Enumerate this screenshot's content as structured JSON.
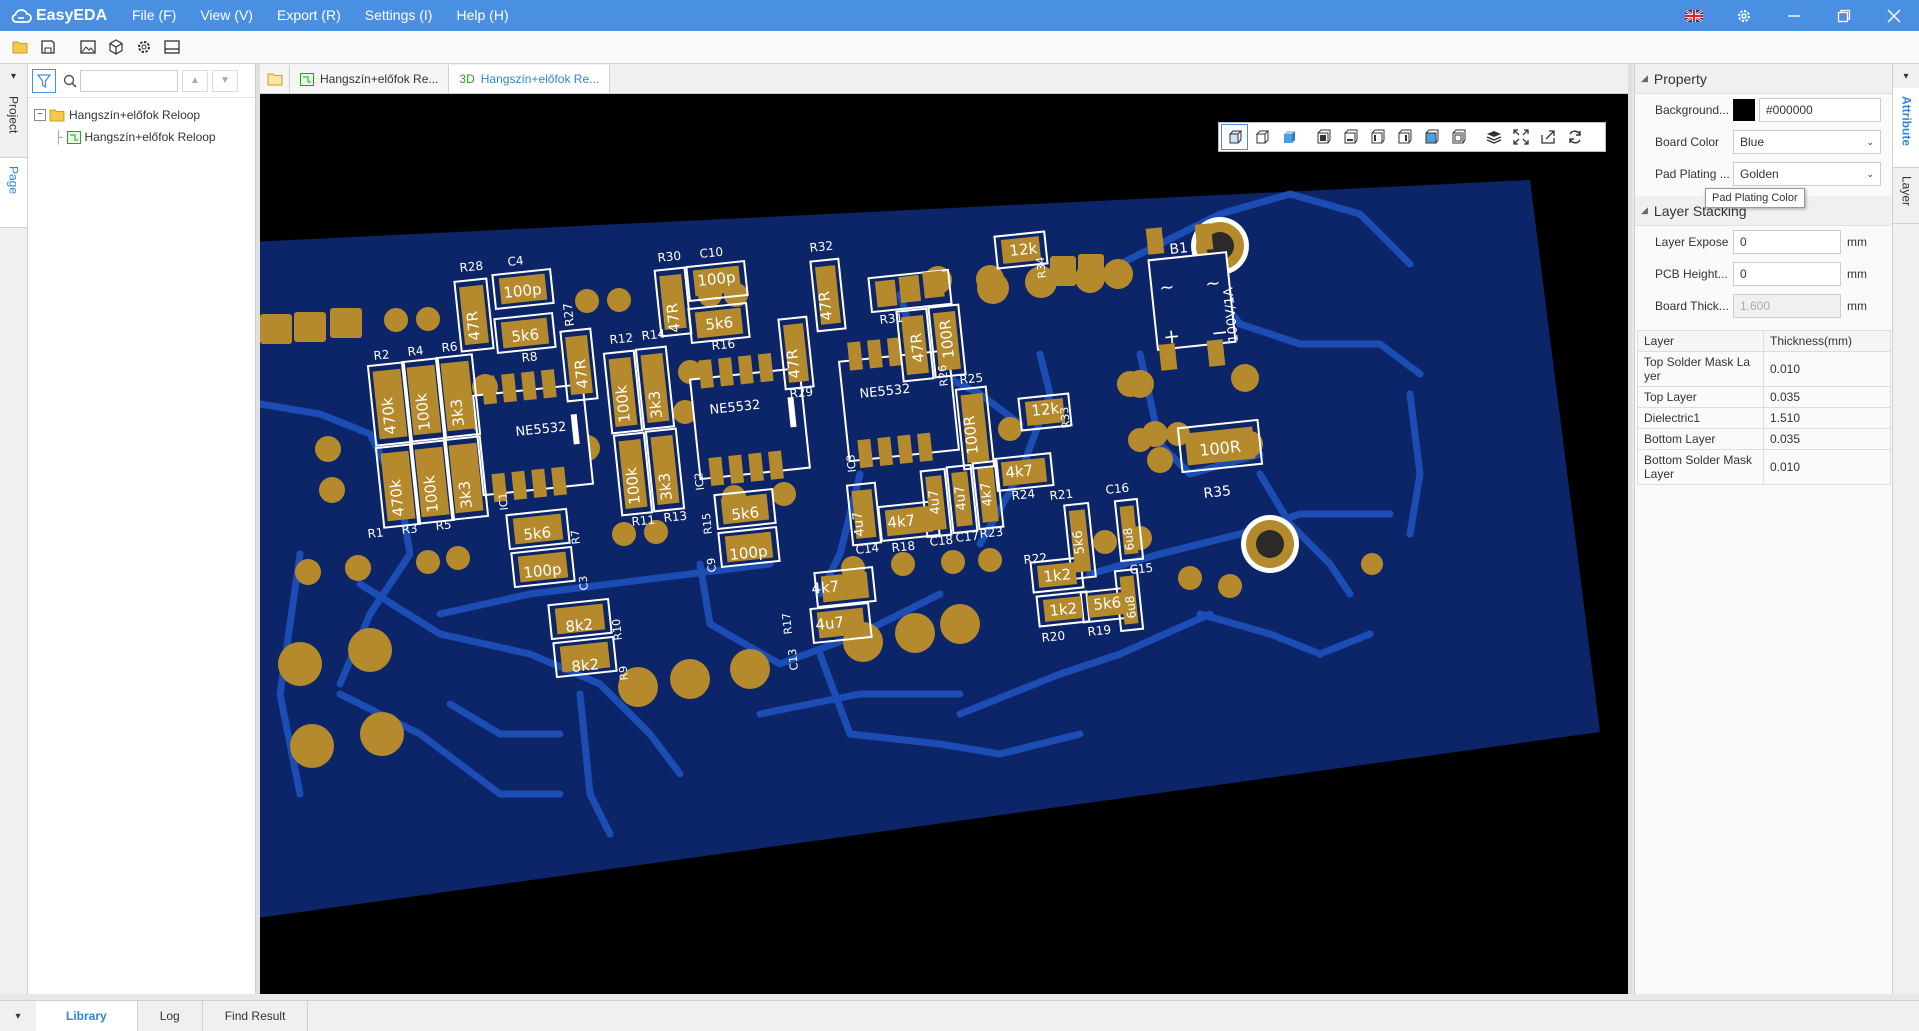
{
  "app": {
    "name": "EasyEDA"
  },
  "menu": [
    "File (F)",
    "View (V)",
    "Export (R)",
    "Settings (I)",
    "Help (H)"
  ],
  "left_vtabs": {
    "project": "Project",
    "page": "Page"
  },
  "left_panel": {
    "search_placeholder": "",
    "tree": {
      "root": "Hangszín+előfok Reloop",
      "child": "Hangszín+előfok Reloop"
    }
  },
  "tabs": [
    {
      "label": "Hangszín+előfok Re..."
    },
    {
      "label": "Hangszín+előfok Re...",
      "prefix": "3D"
    }
  ],
  "right_panel": {
    "property_title": "Property",
    "background_label": "Background...",
    "background_value": "#000000",
    "board_color_label": "Board Color",
    "board_color_value": "Blue",
    "pad_plating_label": "Pad Plating ...",
    "pad_plating_value": "Golden",
    "tooltip": "Pad Plating Color",
    "layer_stacking_title": "Layer Stacking",
    "layer_expose_label": "Layer Expose",
    "layer_expose_value": "0",
    "pcb_height_label": "PCB Height...",
    "pcb_height_value": "0",
    "board_thick_label": "Board Thick...",
    "board_thick_value": "1.600",
    "unit": "mm",
    "table_headers": [
      "Layer",
      "Thickness(mm)"
    ],
    "layers": [
      {
        "name": "Top Solder Mask La yer",
        "thickness": "0.010"
      },
      {
        "name": "Top Layer",
        "thickness": "0.035"
      },
      {
        "name": "Dielectric1",
        "thickness": "1.510"
      },
      {
        "name": "Bottom Layer",
        "thickness": "0.035"
      },
      {
        "name": "Bottom Solder Mask Layer",
        "thickness": "0.010"
      }
    ]
  },
  "right_vtabs": {
    "attribute": "Attribute",
    "layer": "Layer"
  },
  "bottom_tabs": [
    "Library",
    "Log",
    "Find Result"
  ],
  "pcb": {
    "colors": {
      "board": "#0b2568",
      "trace": "#1c4db5",
      "pad": "#b58a2c",
      "silk": "#ffffff"
    },
    "labels": {
      "r28": "R28",
      "c4": "C4",
      "r27": "R27",
      "r2": "R2",
      "r4": "R4",
      "r6": "R6",
      "r8": "R8",
      "v470k_a": "470k",
      "v100k_a": "100k",
      "v3k3_a": "3k3",
      "v470k_b": "470k",
      "v100k_b": "100k",
      "v3k3_b": "3k3",
      "r1": "R1",
      "r3": "R3",
      "r5": "R5",
      "v47r_a": "47R",
      "v100p_a": "100p",
      "v5k6_a": "5k6",
      "v47r_b": "47R",
      "ne5532_a": "NE5532",
      "ic1": "IC1",
      "v5k6_b": "5k6",
      "r7": "R7",
      "v100p_b": "100p",
      "c3": "C3",
      "v8k2_a": "8k2",
      "r10": "R10",
      "v8k2_b": "8k2",
      "r9": "R9",
      "r30": "R30",
      "c10": "C10",
      "r12": "R12",
      "r14": "R14",
      "r16": "R16",
      "v47r_c": "47R",
      "v100p_c": "100p",
      "v5k6_c": "5k6",
      "v100k_c": "100k",
      "v3k3_c": "3k3",
      "v100k_d": "100k",
      "v3k3_d": "3k3",
      "ne5532_b": "NE5532",
      "ic2": "IC2",
      "r11": "R11",
      "r13": "R13",
      "r15": "R15",
      "v5k6_d": "5k6",
      "c9": "C9",
      "v100p_d": "100p",
      "r32": "R32",
      "v47r_d": "47R",
      "v47r_e": "47R",
      "r29": "R29",
      "r17": "R17",
      "v4k7_a": "4k7",
      "c13": "C13",
      "v4u7_a": "4u7",
      "r31": "R31",
      "r26": "R26",
      "v47r_f": "47R",
      "v100r_a": "100R",
      "ne5532_c": "NE5532",
      "ic3": "IC3",
      "r25": "R25",
      "v100r_b": "100R",
      "c14": "C14",
      "v4u7_b": "4u7",
      "v4k7_b": "4k7",
      "r18": "R18",
      "c18": "C18",
      "c17": "C17",
      "r23": "R23",
      "v4u7_c": "4u7",
      "v4u7_d": "4u7",
      "v4k7_c": "4k7",
      "v4k7_d": "4k7",
      "r24": "R24",
      "v12k_a": "12k",
      "r34": "R34",
      "v12k_b": "12k",
      "r33": "R33",
      "r21": "R21",
      "r22": "R22",
      "v5k6_e": "5k6",
      "v1k2_a": "1k2",
      "v1k2_b": "1k2",
      "r20": "R20",
      "v5k6_f": "5k6",
      "r19": "R19",
      "c16": "C16",
      "c15": "C15",
      "v6u8_a": "6u8",
      "v6u8_b": "6u8",
      "b1": "B1",
      "v100v1a": "100V/1A",
      "tilde_a": "~",
      "tilde_b": "~",
      "plus": "+",
      "minus": "−",
      "v100r_c": "100R",
      "r35": "R35"
    }
  }
}
